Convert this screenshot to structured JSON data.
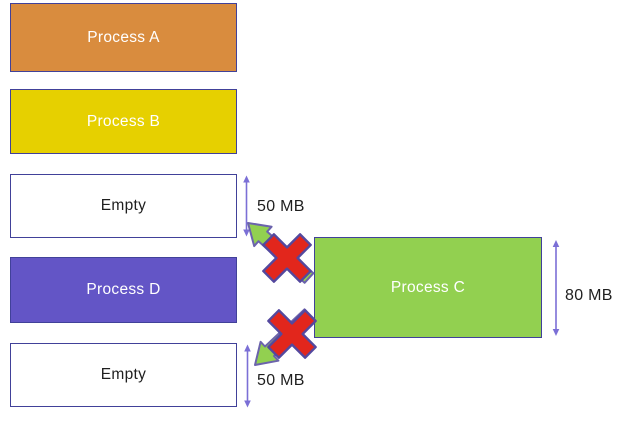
{
  "diagram": {
    "title": "memory-fragmentation-diagram",
    "blocks": [
      {
        "name": "process-a",
        "label": "Process A",
        "fill": "#D98C3E",
        "text_color": "#FFFFFF"
      },
      {
        "name": "process-b",
        "label": "Process B",
        "fill": "#E6D000",
        "text_color": "#FFFFFF"
      },
      {
        "name": "empty-1",
        "label": "Empty",
        "fill": "#FFFFFF",
        "text_color": "#1F1F1F"
      },
      {
        "name": "process-d",
        "label": "Process D",
        "fill": "#6355C6",
        "text_color": "#FFFFFF"
      },
      {
        "name": "empty-2",
        "label": "Empty",
        "fill": "#FFFFFF",
        "text_color": "#1F1F1F"
      }
    ],
    "floating_block": {
      "name": "process-c",
      "label": "Process C",
      "fill": "#92D050",
      "text_color": "#FFFFFF"
    },
    "size_labels": {
      "empty_1": "50 MB",
      "empty_2": "50 MB",
      "process_c": "80 MB"
    },
    "colors": {
      "block_border": "#414199",
      "label_text": "#1F1F1F",
      "dimension_arrow": "#7B6FD6",
      "move_arrow_fill": "#92D050",
      "move_arrow_outline": "#6B63AC",
      "cross_fill": "#E2261C",
      "cross_outline": "#54489E"
    }
  }
}
